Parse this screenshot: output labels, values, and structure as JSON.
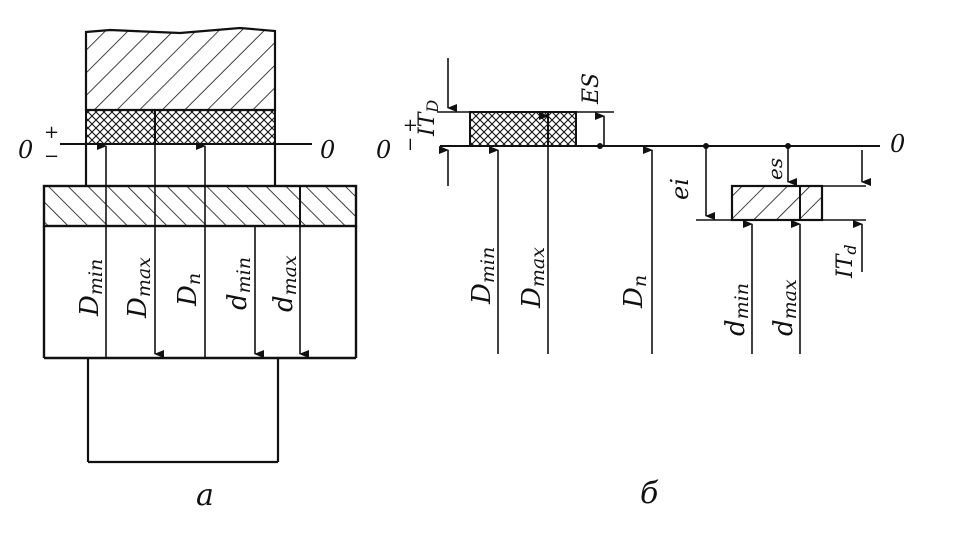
{
  "colors": {
    "ink": "#111111",
    "paper": "#ffffff"
  },
  "left": {
    "zero_label": "0",
    "zero_label_right": "0",
    "plus": "+",
    "minus": "−",
    "arrows": [
      {
        "sym": "D",
        "sub": "min"
      },
      {
        "sym": "D",
        "sub": "max"
      },
      {
        "sym": "D",
        "sub": "п"
      },
      {
        "sym": "d",
        "sub": "min"
      },
      {
        "sym": "d",
        "sub": "max"
      }
    ],
    "caption": "а"
  },
  "right": {
    "zero_label_left": "0",
    "zero_label_right": "0",
    "plus": "+",
    "minus": "−",
    "itd_upper": {
      "sym": "IT",
      "sub": "D"
    },
    "es_upper": "ES",
    "ei": "ei",
    "es_lower": "es",
    "itd_lower": {
      "sym": "IT",
      "sub": "d"
    },
    "hole_arrows": [
      {
        "sym": "D",
        "sub": "min"
      },
      {
        "sym": "D",
        "sub": "max"
      },
      {
        "sym": "D",
        "sub": "п"
      }
    ],
    "shaft_arrows": [
      {
        "sym": "d",
        "sub": "min"
      },
      {
        "sym": "d",
        "sub": "max"
      }
    ],
    "caption": "б"
  }
}
